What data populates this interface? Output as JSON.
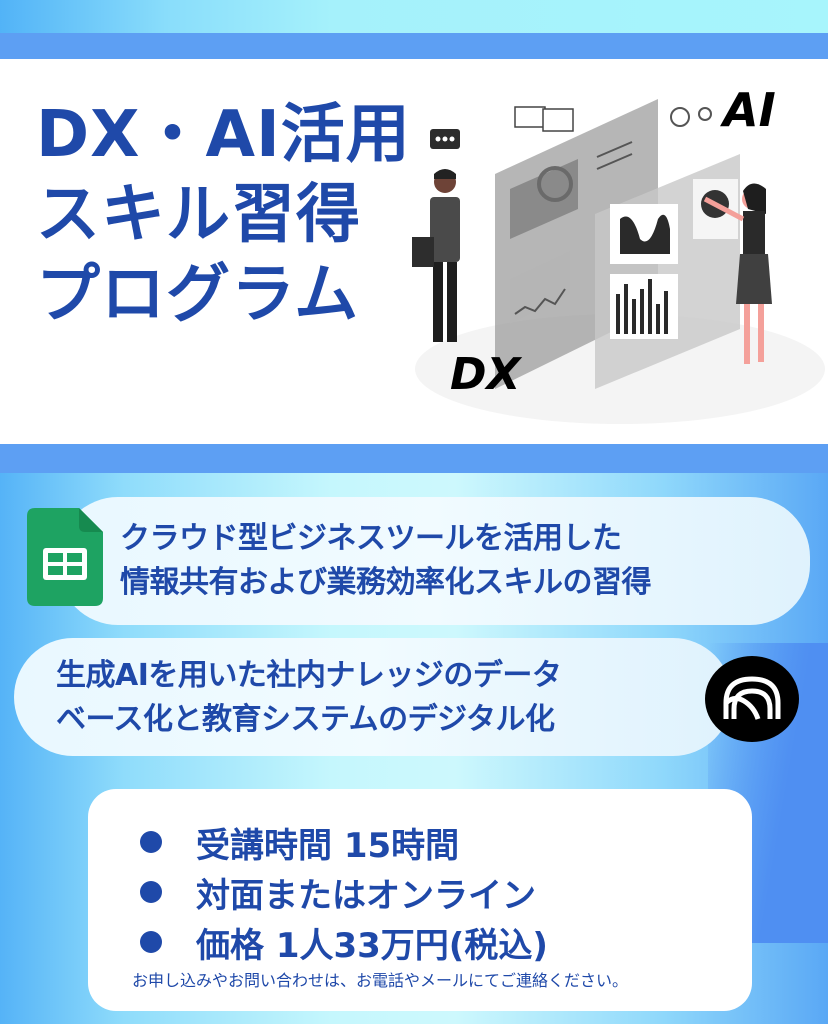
{
  "header": {
    "title_lines": [
      "DX・AI活用",
      "スキル習得",
      "プログラム"
    ]
  },
  "illustration": {
    "label_ai": "AI",
    "label_dx": "DX",
    "description": "two people interacting with dashboard panels"
  },
  "features": [
    {
      "icon": "google-sheets-icon",
      "lines": [
        "クラウド型ビジネスツールを活用した",
        "情報共有および業務効率化スキルの習得"
      ]
    },
    {
      "icon": "ai-arc-logo-icon",
      "lines": [
        "生成AIを用いた社内ナレッジのデータ",
        "ベース化と教育システムのデジタル化"
      ]
    }
  ],
  "info": {
    "items": [
      "受講時間 15時間",
      "対面またはオンライン",
      "価格 1人33万円(税込)"
    ],
    "note": "お申し込みやお問い合わせは、お電話やメールにてご連絡ください。"
  },
  "colors": {
    "primary_text": "#1f49a9",
    "band": "#5d9ff3",
    "sheets_green": "#1ea362",
    "sheets_dark_green": "#168a4f"
  }
}
